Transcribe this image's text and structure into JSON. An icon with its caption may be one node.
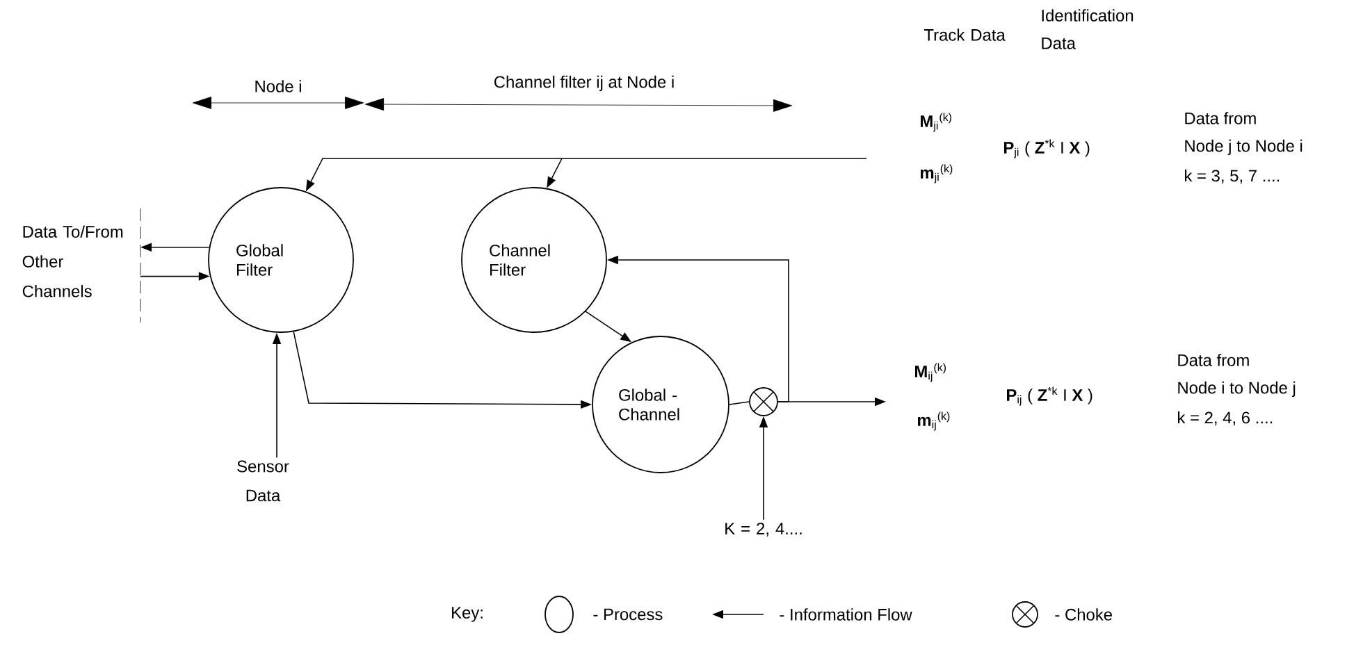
{
  "diagram": {
    "nodes": [
      {
        "text": [
          "Global Filter"
        ]
      },
      {
        "text": [
          "Channel Filter"
        ]
      },
      {
        "text": [
          "Global - Channel"
        ]
      },
      {
        "text": [],
        "shape": "circle"
      },
      {
        "text": [
          "Data To/From Other Channels"
        ]
      },
      {
        "text": [
          "Sensor Data"
        ]
      },
      {
        "text": [
          "K = 2, 4...."
        ]
      }
    ],
    "edges": [
      {
        "from": null,
        "to": 0,
        "arrow": "to"
      },
      {
        "from": null,
        "to": 1,
        "arrow": "to"
      },
      {
        "from": 0,
        "to": 4,
        "arrow": "to"
      },
      {
        "from": 4,
        "to": 0,
        "arrow": "to"
      },
      {
        "from": 5,
        "to": 0,
        "arrow": "to"
      },
      {
        "from": 0,
        "to": 2,
        "arrow": "to"
      },
      {
        "from": 1,
        "to": 2,
        "arrow": "to"
      },
      {
        "from": 2,
        "to": 3,
        "arrow": "none"
      },
      {
        "from": 6,
        "to": 3,
        "arrow": "to"
      },
      {
        "from": 3,
        "to": 1,
        "arrow": "to"
      },
      {
        "from": 3,
        "to": null,
        "arrow": "to"
      }
    ],
    "labels": [
      "Track Data",
      "Identification Data",
      "Node i",
      "Channel filter ij at Node i",
      "**M**$_{ji}$$^{(k)}$",
      "**P**$_{ji}$ ( **Z**$^{*k}$ I **X** )",
      "Data from",
      "Node j to Node i",
      "**m**$_{ji}$$^{(k)}$",
      "k = 3, 5, 7 ....",
      "Data from",
      "**M**$_{ij}$$^{(k)}$",
      "**P**$_{ij}$ ( **Z**$^{*k}$ I **X** )",
      "Node i to Node j",
      "**m**$_{ij}$$^{(k)}$",
      "k = 2, 4, 6 ....",
      "Key:"
    ],
    "legend": [
      {
        "text": "- Process"
      },
      {
        "text": "- Information Flow"
      },
      {
        "text": "- Choke"
      }
    ]
  }
}
